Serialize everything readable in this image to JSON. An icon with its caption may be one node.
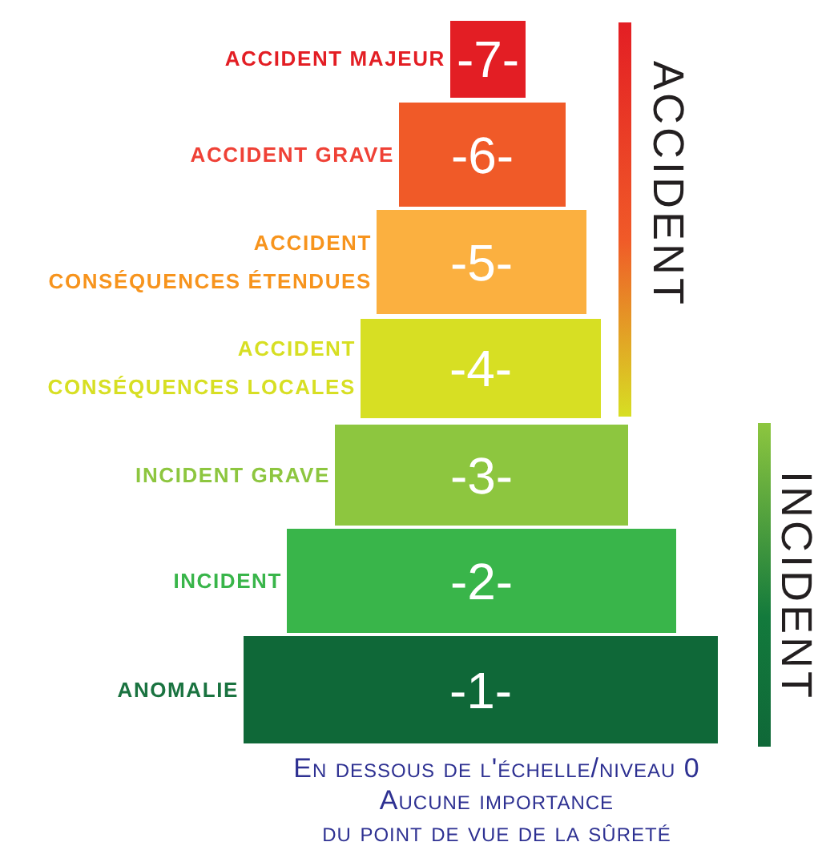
{
  "diagram": {
    "nodes": [
      {
        "text": [
          "-7-"
        ],
        "beside": [
          "ACCIDENT MAJEUR"
        ]
      },
      {
        "text": [
          "-6-"
        ],
        "beside": [
          "ACCIDENT GRAVE"
        ]
      },
      {
        "text": [
          "-5-"
        ],
        "beside": [
          "ACCIDENT CONSÉQUENCES ÉTENDUES"
        ]
      },
      {
        "text": [
          "-4-"
        ],
        "beside": [
          "ACCIDENT CONSÉQUENCES LOCALES"
        ]
      },
      {
        "text": [
          "-3-"
        ],
        "beside": [
          "INCIDENT GRAVE"
        ]
      },
      {
        "text": [
          "-2-"
        ],
        "beside": [
          "INCIDENT"
        ]
      },
      {
        "text": [
          "-1-"
        ],
        "beside": [
          "ANOMALIE"
        ]
      }
    ],
    "labels": [
      "ACCIDENT",
      "INCIDENT",
      "En dessous de l'échelle/niveau 0",
      "Aucune importance",
      "du point de vue de la sûreté"
    ]
  }
}
